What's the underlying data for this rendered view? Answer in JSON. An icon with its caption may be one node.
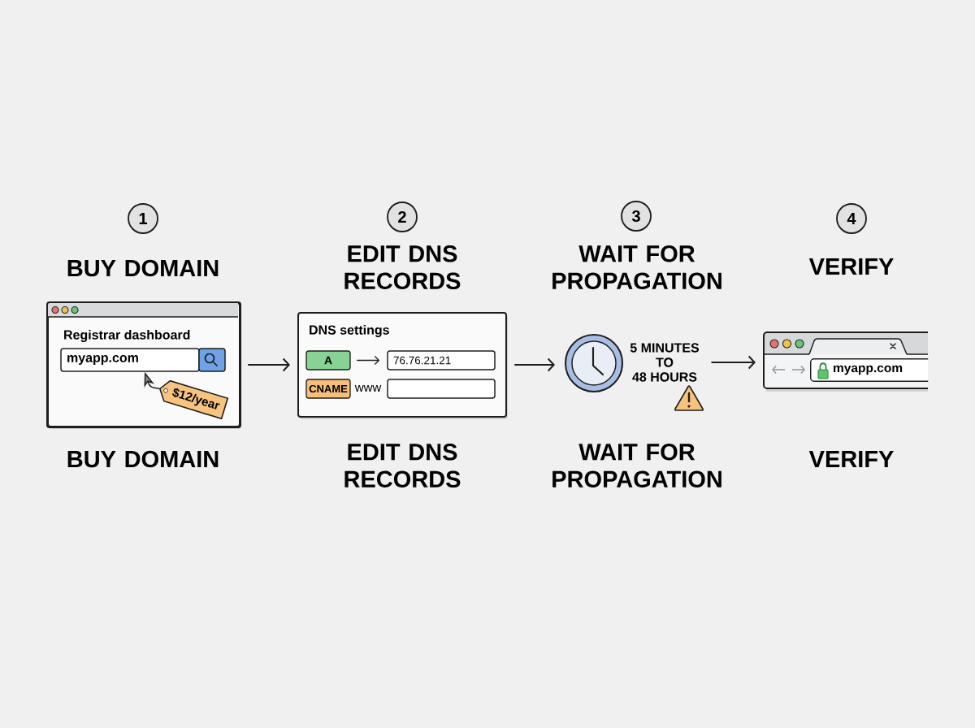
{
  "diagram": {
    "nodes": [
      {
        "text": [
          "1"
        ]
      },
      {
        "text": [
          "2"
        ]
      },
      {
        "text": [
          "3"
        ]
      },
      {
        "text": [
          "4"
        ]
      },
      {
        "text": [
          "Registrar dashboard"
        ]
      },
      {
        "text": [
          "myapp.com"
        ],
        "in": 4
      },
      {
        "text": [
          "$12/year"
        ],
        "in": 4
      },
      {
        "text": [
          "DNS settings"
        ]
      },
      {
        "text": [
          "A"
        ],
        "in": 7
      },
      {
        "text": [
          "76.76.21.21"
        ],
        "in": 7
      },
      {
        "text": [
          "CNAME"
        ],
        "in": 7
      },
      {
        "text": [],
        "shape": "box",
        "in": 7
      },
      {
        "text": [],
        "shape": "circle"
      },
      {
        "text": [
          "5 MINUTES TO 48 HOURS"
        ]
      },
      {
        "text": [],
        "shape": "box"
      },
      {
        "text": [
          "myapp.com"
        ],
        "in": 14
      }
    ],
    "edges": [
      {
        "from": 4,
        "to": 7,
        "arrow": "to"
      },
      {
        "from": 7,
        "to": 12,
        "arrow": "to"
      },
      {
        "from": 13,
        "to": 14,
        "arrow": "to"
      },
      {
        "from": 8,
        "to": 9,
        "arrow": "to"
      },
      {
        "from": 6,
        "to": 5,
        "arrow": "to"
      }
    ],
    "labels": [
      "BUY DOMAIN",
      "EDIT DNS RECORDS",
      "WAIT FOR PROPAGATION",
      "VERIFY",
      "www",
      "BUY DOMAIN",
      "EDIT DNS RECORDS",
      "WAIT FOR PROPAGATION",
      "VERIFY"
    ]
  }
}
